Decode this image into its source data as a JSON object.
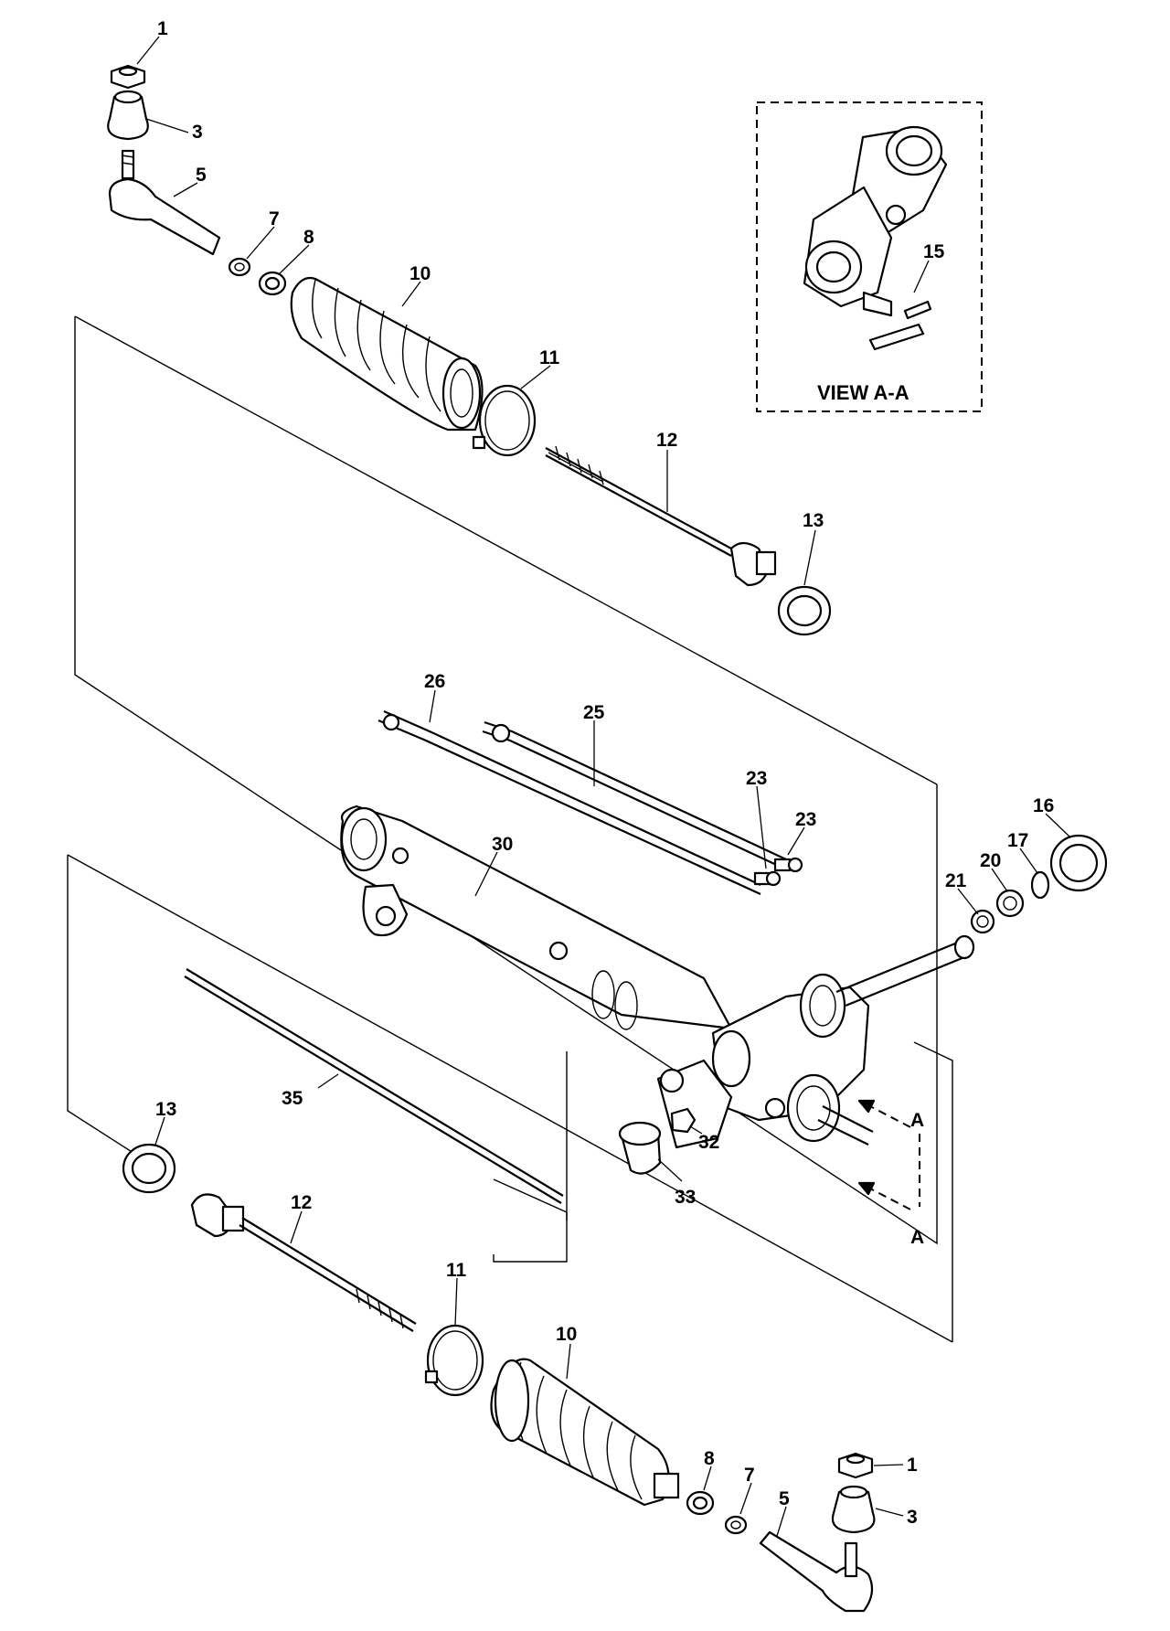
{
  "view_caption": "VIEW A-A",
  "section_marks": [
    "A",
    "A"
  ],
  "callouts": {
    "top": {
      "nut": "1",
      "seal": "3",
      "outer_tie_rod_end": "5",
      "jam_nut": "7",
      "clamp": "8",
      "boot": "10",
      "boot_clamp": "11",
      "inner_tie_rod": "12",
      "bushing": "13"
    },
    "view": {
      "insert_15": "15"
    },
    "middle": {
      "ring_16": "16",
      "ring_17": "17",
      "ring_20": "20",
      "ring_21": "21",
      "fitting_23a": "23",
      "fitting_23b": "23",
      "line_25": "25",
      "line_26": "26",
      "housing_30": "30",
      "fitting_32": "32",
      "cap_33": "33",
      "rod_35": "35"
    },
    "bottom": {
      "bushing": "13",
      "inner_tie_rod": "12",
      "boot_clamp": "11",
      "boot": "10",
      "clamp": "8",
      "jam_nut": "7",
      "outer_tie_rod_end": "5",
      "nut": "1",
      "seal": "3"
    }
  }
}
